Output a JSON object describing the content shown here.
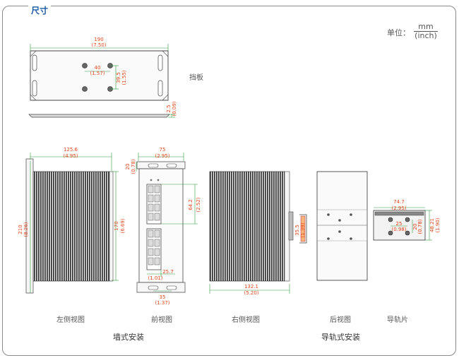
{
  "section_title": "尺寸",
  "unit": {
    "label": "单位：",
    "numerator": "mm",
    "denominator": "(inch)"
  },
  "views": {
    "baffle": "挡板",
    "left": "左侧视图",
    "front": "前视图",
    "right": "右侧视图",
    "rear": "后视图",
    "rail_clip": "导轨片"
  },
  "groups": {
    "wall_mount": "墙式安装",
    "din_rail_mount": "导轨式安装"
  },
  "dimensions": {
    "plate_width": [
      "190",
      "(7.50)"
    ],
    "hole_spacing": [
      "40",
      "(1.57)"
    ],
    "hole_vertical": [
      "39.5",
      "(1.55)"
    ],
    "plate_thickness": [
      "2.5",
      "(0.09)"
    ],
    "depth": [
      "125.6",
      "(4.95)"
    ],
    "total_height": [
      "210",
      "(8.26)"
    ],
    "body_height": [
      "170",
      "(6.69)"
    ],
    "front_width": [
      "75",
      "(2.95)"
    ],
    "front_top": [
      "20",
      "(0.78)"
    ],
    "port_block": [
      "64.2",
      "(2.52)"
    ],
    "bottom_offset": [
      "25.7",
      "(1.01)"
    ],
    "ear_holes": [
      "35",
      "(1.37)"
    ],
    "right_depth": [
      "132.1",
      "(5.20)"
    ],
    "rail_clip_side": [
      "35.5",
      "(1.39)"
    ],
    "clip_width": [
      "74.7",
      "(2.95)"
    ],
    "clip_holes": [
      "25",
      "(0.98)"
    ],
    "clip_hole_v": [
      "20",
      "(0.78)"
    ],
    "clip_height": [
      "48.21",
      "(1.90)"
    ]
  }
}
